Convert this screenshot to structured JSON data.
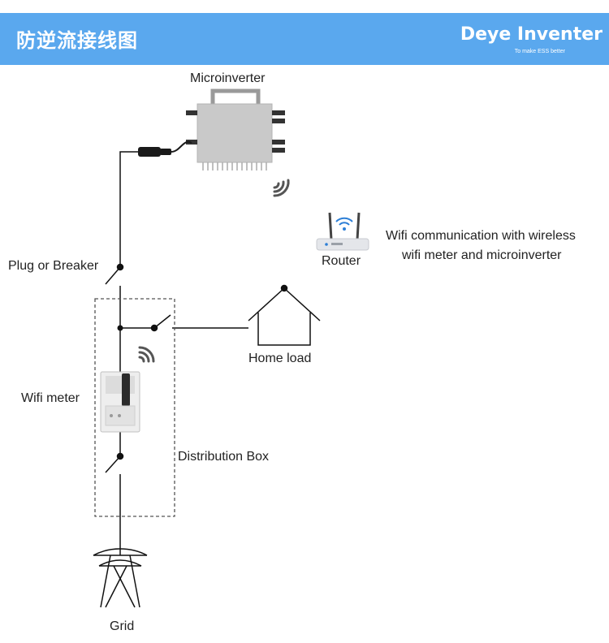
{
  "header": {
    "title": "防逆流接线图",
    "brand": "Deye Inventer",
    "tagline": "To make ESS better"
  },
  "labels": {
    "microinverter": "Microinverter",
    "router": "Router",
    "wifi_note_line1": "Wifi communication with wireless",
    "wifi_note_line2": "wifi meter and microinverter",
    "plug_or_breaker": "Plug or Breaker",
    "home_load": "Home load",
    "wifi_meter": "Wifi meter",
    "distribution_box": "Distribution Box",
    "grid": "Grid"
  },
  "colors": {
    "banner": "#5aa8ee",
    "line": "#111111",
    "device_gray": "#c9c9c9",
    "router_body": "#e4e6ea",
    "wifi_blue": "#2d7fd6"
  }
}
